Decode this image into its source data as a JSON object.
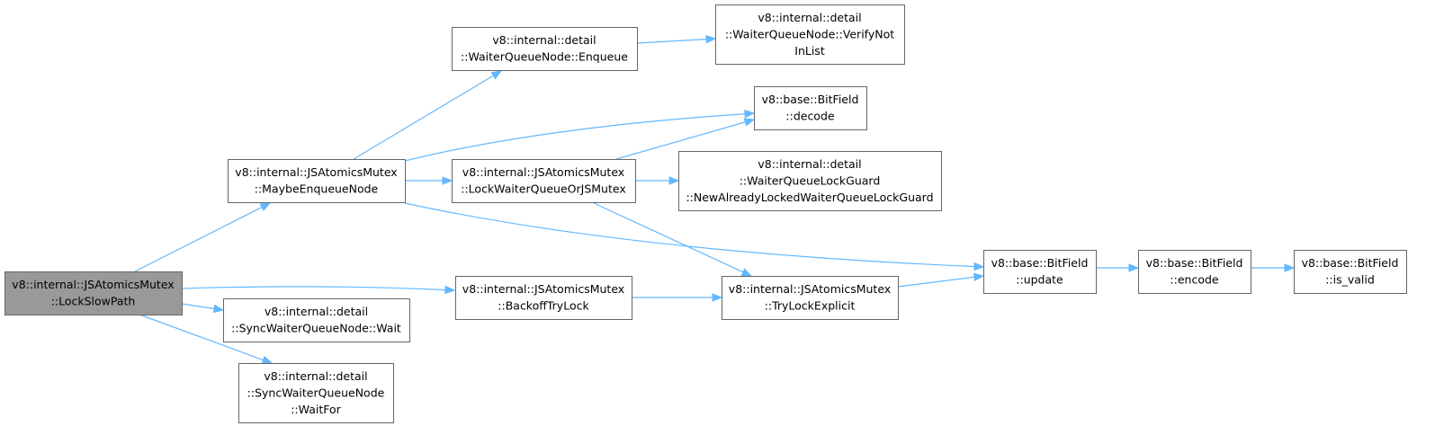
{
  "nodes": [
    {
      "id": "lockslowpath",
      "lines": [
        "v8::internal::JSAtomicsMutex",
        "::LockSlowPath"
      ],
      "root": true
    },
    {
      "id": "maybeenqueuenode",
      "lines": [
        "v8::internal::JSAtomicsMutex",
        "::MaybeEnqueueNode"
      ]
    },
    {
      "id": "enqueue",
      "lines": [
        "v8::internal::detail",
        "::WaiterQueueNode::Enqueue"
      ]
    },
    {
      "id": "verifynotinlist",
      "lines": [
        "v8::internal::detail",
        "::WaiterQueueNode::VerifyNot",
        "InList"
      ]
    },
    {
      "id": "bitfield-decode",
      "lines": [
        "v8::base::BitField",
        "::decode"
      ]
    },
    {
      "id": "lockwaiterqueueorjsmutex",
      "lines": [
        "v8::internal::JSAtomicsMutex",
        "::LockWaiterQueueOrJSMutex"
      ]
    },
    {
      "id": "newalreadylocked",
      "lines": [
        "v8::internal::detail",
        "::WaiterQueueLockGuard",
        "::NewAlreadyLockedWaiterQueueLockGuard"
      ]
    },
    {
      "id": "bitfield-update",
      "lines": [
        "v8::base::BitField",
        "::update"
      ]
    },
    {
      "id": "bitfield-encode",
      "lines": [
        "v8::base::BitField",
        "::encode"
      ]
    },
    {
      "id": "bitfield-isvalid",
      "lines": [
        "v8::base::BitField",
        "::is_valid"
      ]
    },
    {
      "id": "backofftrylock",
      "lines": [
        "v8::internal::JSAtomicsMutex",
        "::BackoffTryLock"
      ]
    },
    {
      "id": "trylockexplicit",
      "lines": [
        "v8::internal::JSAtomicsMutex",
        "::TryLockExplicit"
      ]
    },
    {
      "id": "wait",
      "lines": [
        "v8::internal::detail",
        "::SyncWaiterQueueNode::Wait"
      ]
    },
    {
      "id": "waitfor",
      "lines": [
        "v8::internal::detail",
        "::SyncWaiterQueueNode",
        "::WaitFor"
      ]
    }
  ],
  "edges": [
    {
      "from": "lockslowpath",
      "to": "maybeenqueuenode"
    },
    {
      "from": "lockslowpath",
      "to": "backofftrylock"
    },
    {
      "from": "lockslowpath",
      "to": "wait"
    },
    {
      "from": "lockslowpath",
      "to": "waitfor"
    },
    {
      "from": "maybeenqueuenode",
      "to": "enqueue"
    },
    {
      "from": "maybeenqueuenode",
      "to": "bitfield-decode"
    },
    {
      "from": "maybeenqueuenode",
      "to": "lockwaiterqueueorjsmutex"
    },
    {
      "from": "maybeenqueuenode",
      "to": "bitfield-update"
    },
    {
      "from": "enqueue",
      "to": "verifynotinlist"
    },
    {
      "from": "lockwaiterqueueorjsmutex",
      "to": "bitfield-decode"
    },
    {
      "from": "lockwaiterqueueorjsmutex",
      "to": "newalreadylocked"
    },
    {
      "from": "lockwaiterqueueorjsmutex",
      "to": "trylockexplicit"
    },
    {
      "from": "backofftrylock",
      "to": "trylockexplicit"
    },
    {
      "from": "trylockexplicit",
      "to": "bitfield-update"
    },
    {
      "from": "bitfield-update",
      "to": "bitfield-encode"
    },
    {
      "from": "bitfield-encode",
      "to": "bitfield-isvalid"
    }
  ],
  "colors": {
    "edge": "#63b8ff",
    "node_border": "#666666",
    "root_fill": "#999999",
    "node_fill": "#ffffff"
  }
}
